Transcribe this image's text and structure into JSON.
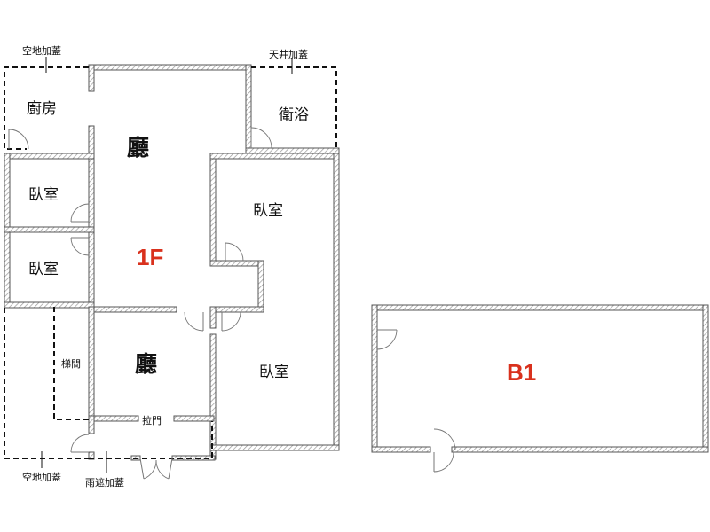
{
  "colors": {
    "floor_label": "#d9311d",
    "wall": "#555555",
    "hatch": "#999999",
    "dashed_outline": "#111111"
  },
  "floors": {
    "first": "1F",
    "basement": "B1"
  },
  "rooms": {
    "kitchen": "廚房",
    "bathroom": "衛浴",
    "hall_upper": "廳",
    "hall_lower": "廳",
    "bedroom_left_top": "臥室",
    "bedroom_left_bottom": "臥室",
    "bedroom_center": "臥室",
    "bedroom_lower_right": "臥室",
    "stairwell": "梯間"
  },
  "annotations": {
    "open_space_addition_top": "空地加蓋",
    "skylight_addition": "天井加蓋",
    "sliding_door": "拉門",
    "open_space_addition_bottom": "空地加蓋",
    "canopy_addition": "雨遮加蓋"
  }
}
